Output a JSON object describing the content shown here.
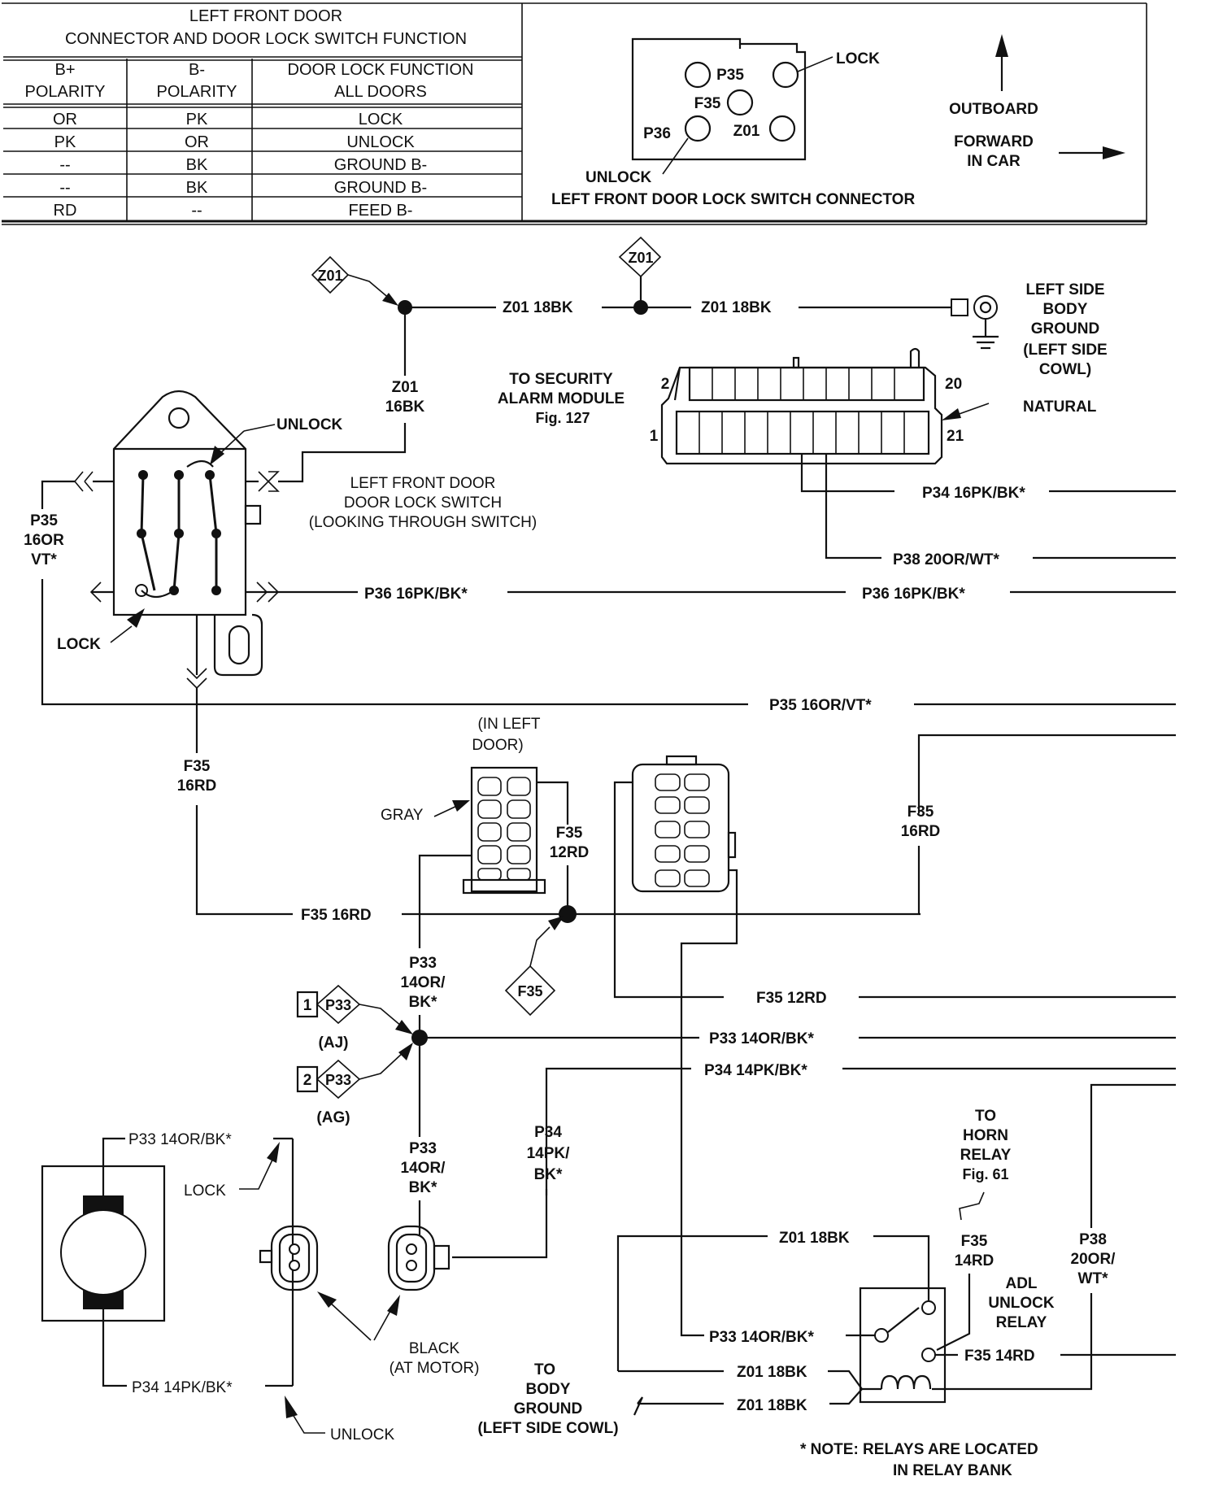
{
  "table": {
    "title_line1": "LEFT FRONT DOOR",
    "title_line2": "CONNECTOR AND DOOR LOCK SWITCH FUNCTION",
    "headers": [
      [
        "B+",
        "POLARITY"
      ],
      [
        "B-",
        "POLARITY"
      ],
      [
        "DOOR LOCK FUNCTION",
        "ALL DOORS"
      ]
    ],
    "rows": [
      [
        "OR",
        "PK",
        "LOCK"
      ],
      [
        "PK",
        "OR",
        "UNLOCK"
      ],
      [
        "--",
        "BK",
        "GROUND B-"
      ],
      [
        "--",
        "BK",
        "GROUND B-"
      ],
      [
        "RD",
        "--",
        "FEED B-"
      ]
    ]
  },
  "connector_view": {
    "pins": [
      "P35",
      "F35",
      "P36",
      "Z01"
    ],
    "lock_label": "LOCK",
    "unlock_label": "UNLOCK",
    "caption": "LEFT FRONT DOOR LOCK SWITCH CONNECTOR",
    "outboard": "OUTBOARD",
    "forward_line1": "FORWARD",
    "forward_line2": "IN CAR"
  },
  "diagram": {
    "z01_diamond_a": "Z01",
    "z01_diamond_b": "Z01",
    "wire_z01_18bk_a": "Z01 18BK",
    "wire_z01_18bk_b": "Z01 18BK",
    "ground_label": [
      "LEFT SIDE",
      "BODY",
      "GROUND",
      "(LEFT SIDE",
      "COWL)"
    ],
    "z01_vertical": [
      "Z01",
      "16BK"
    ],
    "security_label": [
      "TO SECURITY",
      "ALARM MODULE"
    ],
    "security_fig": "Fig. 127",
    "pin_2": "2",
    "pin_20": "20",
    "pin_1": "1",
    "pin_21": "21",
    "natural": "NATURAL",
    "unlock_switch": "UNLOCK",
    "switch_label": [
      "LEFT FRONT DOOR",
      "DOOR LOCK SWITCH",
      "(LOOKING THROUGH SWITCH)"
    ],
    "p35_left": [
      "P35",
      "16OR",
      "VT*"
    ],
    "lock_switch": "LOCK",
    "wire_p34_16pkbk": "P34 16PK/BK*",
    "wire_p38_20orwt": "P38 20OR/WT*",
    "wire_p36_a": "P36 16PK/BK*",
    "wire_p36_b": "P36 16PK/BK*",
    "wire_p35_16orvt": "P35 16OR/VT*",
    "in_left_door": [
      "(IN LEFT",
      "DOOR)"
    ],
    "gray": "GRAY",
    "f35_16rd_left": [
      "F35",
      "16RD"
    ],
    "f35_12rd_mid": [
      "F35",
      "12RD"
    ],
    "f35_16rd_right": [
      "F35",
      "16RD"
    ],
    "wire_f35_16rd": "F35 16RD",
    "f35_diamond": "F35",
    "p33_top": [
      "P33",
      "14OR/",
      "BK*"
    ],
    "wire_f35_12rd": "F35 12RD",
    "aj": "(AJ)",
    "ag": "(AG)",
    "p33_diamond_1": "P33",
    "p33_diamond_2": "P33",
    "p33_num_1": "1",
    "p33_num_2": "2",
    "wire_p33_14orbk": "P33 14OR/BK*",
    "wire_p34_14pkbk": "P34 14PK/BK*",
    "motor_p33": "P33 14OR/BK*",
    "motor_lock": "LOCK",
    "p33_bottom": [
      "P33",
      "14OR/",
      "BK*"
    ],
    "p34_bottom": [
      "P34",
      "14PK/",
      "BK*"
    ],
    "motor_p34": "P34 14PK/BK*",
    "unlock_motor": "UNLOCK",
    "black_at_motor": [
      "BLACK",
      "(AT MOTOR)"
    ],
    "to_body_ground": [
      "TO",
      "BODY",
      "GROUND",
      "(LEFT SIDE COWL)"
    ],
    "horn_relay": [
      "TO",
      "HORN",
      "RELAY"
    ],
    "horn_fig": "Fig. 61",
    "f35_14rd_v": [
      "F35",
      "14RD"
    ],
    "adl_relay": [
      "ADL",
      "UNLOCK",
      "RELAY"
    ],
    "p38_right": [
      "P38",
      "20OR/",
      "WT*"
    ],
    "relay_z01_top": "Z01 18BK",
    "relay_p33": "P33 14OR/BK*",
    "relay_f35": "F35 14RD",
    "relay_z01_a": "Z01 18BK",
    "relay_z01_b": "Z01 18BK",
    "note": [
      "* NOTE:  RELAYS ARE LOCATED",
      "IN RELAY BANK"
    ]
  }
}
